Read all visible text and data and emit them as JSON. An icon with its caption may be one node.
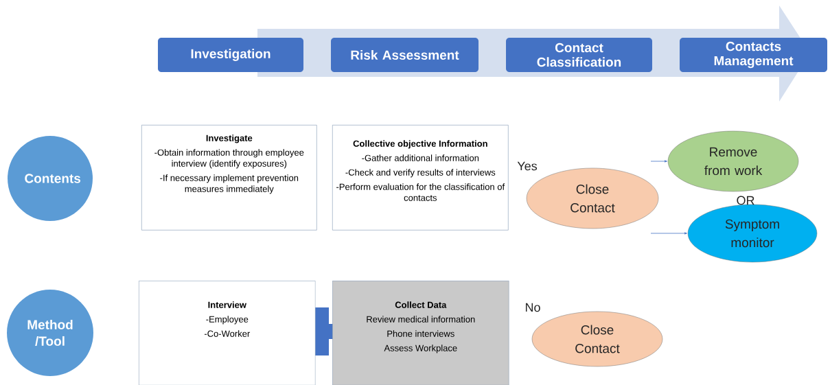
{
  "diagram": {
    "nodes": [
      {
        "text": [
          "Investigation"
        ]
      },
      {
        "text": [
          "Risk Assessment"
        ]
      },
      {
        "text": [
          "Contact Classification"
        ]
      },
      {
        "text": [
          "Contacts Management"
        ]
      },
      {
        "text": [
          "Contents"
        ]
      },
      {
        "text": [
          "Investigate",
          "-Obtain information through employee interview (identify exposures)",
          "-If necessary implement prevention measures immediately"
        ]
      },
      {
        "text": [
          "Collective objective Information",
          "-Gather additional information",
          "-Check and verify results of interviews",
          "-Perform evaluation for the classification of contacts"
        ]
      },
      {
        "text": [
          "Close Contact"
        ]
      },
      {
        "text": [
          "Remove from work"
        ]
      },
      {
        "text": [
          "Symptom monitor"
        ]
      },
      {
        "text": [
          "Method /Tool"
        ]
      },
      {
        "text": [
          "Interview",
          "-Employee",
          "-Co-Worker"
        ]
      },
      {
        "text": [
          "Collect Data",
          "Review medical information",
          "Phone interviews",
          "Assess Workplace"
        ]
      },
      {
        "text": [
          "Close Contact"
        ]
      }
    ],
    "edges": [
      {
        "from": null,
        "to": 8,
        "arrow": "to"
      },
      {
        "from": null,
        "to": 9,
        "arrow": "to"
      }
    ],
    "labels": [
      "Yes",
      "OR",
      "No"
    ]
  }
}
